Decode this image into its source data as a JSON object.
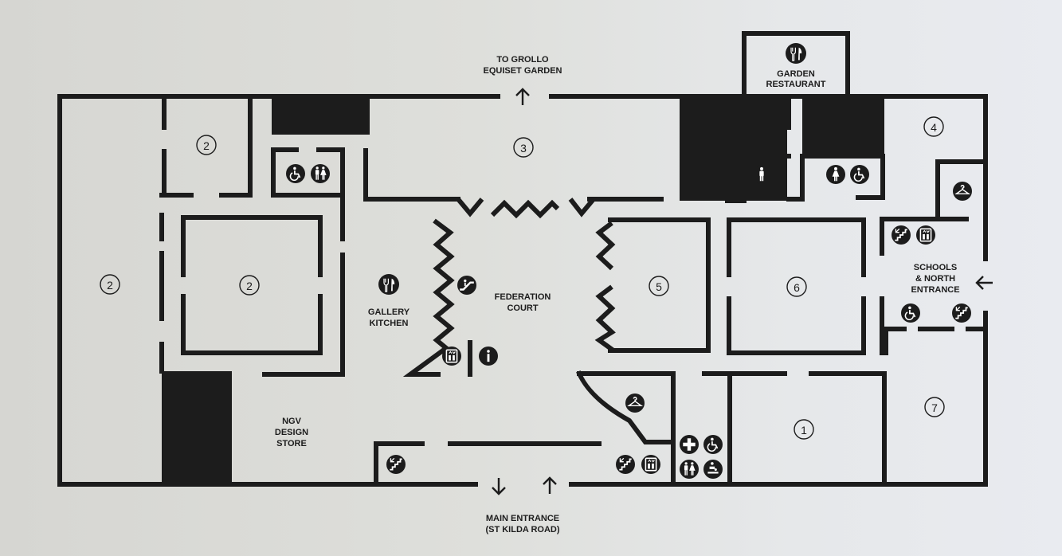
{
  "map": {
    "colors": {
      "ink": "#1c1c1c",
      "paper": "#dedfdb",
      "icon_fill": "#1c1c1c",
      "icon_glyph": "#ffffff"
    },
    "labels": {
      "garden_line1": "TO GROLLO",
      "garden_line2": "EQUISET GARDEN",
      "restaurant_line1": "GARDEN",
      "restaurant_line2": "RESTAURANT",
      "kitchen_line1": "GALLERY",
      "kitchen_line2": "KITCHEN",
      "court_line1": "FEDERATION",
      "court_line2": "COURT",
      "store_line1": "NGV",
      "store_line2": "DESIGN",
      "store_line3": "STORE",
      "schools_line1": "SCHOOLS",
      "schools_line2": "& NORTH",
      "schools_line3": "ENTRANCE",
      "main_line1": "MAIN ENTRANCE",
      "main_line2": "(ST KILDA ROAD)"
    },
    "rooms": {
      "far_left": "2",
      "top_left": "2",
      "inner_left": "2",
      "top_center": "3",
      "top_right": "4",
      "room5": "5",
      "room6": "6",
      "room1": "1",
      "room7": "7"
    },
    "arrows": {
      "up": "↑",
      "down": "↓",
      "left": "←"
    },
    "icons": [
      "cutlery-icon",
      "accessible-icon",
      "toilets-icon",
      "female-toilet-icon",
      "male-toilet-icon",
      "stairs-icon",
      "lift-icon",
      "escalator-icon",
      "information-icon",
      "cloakroom-icon",
      "first-aid-icon",
      "baby-change-icon"
    ]
  }
}
